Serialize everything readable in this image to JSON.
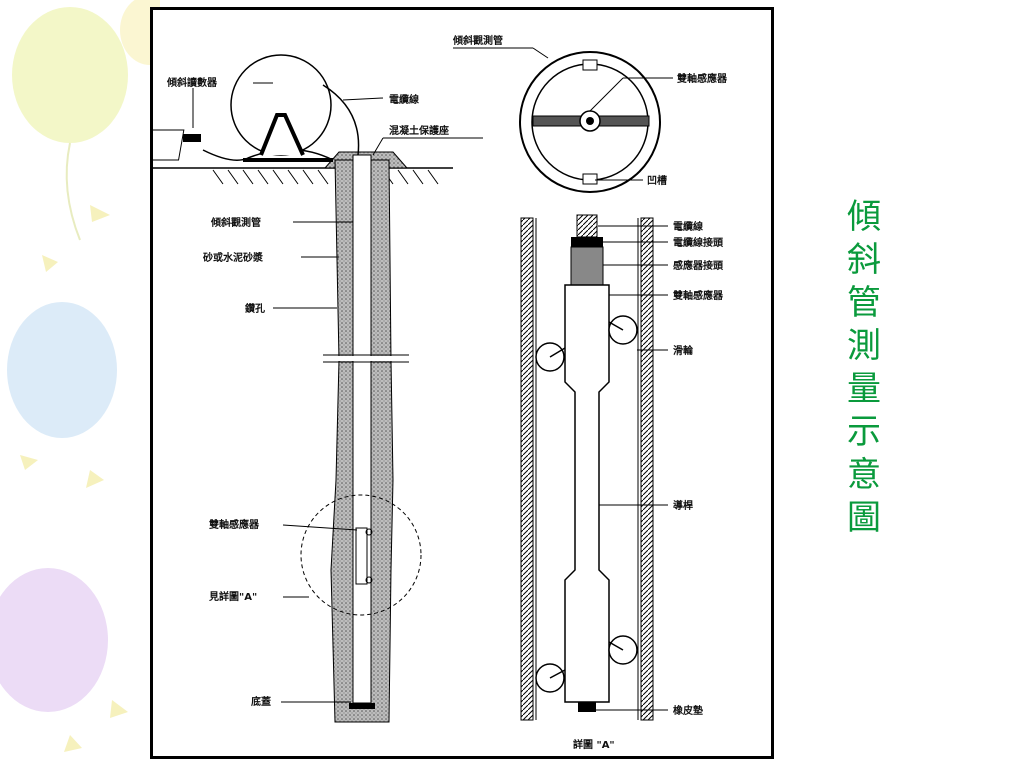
{
  "diagram": {
    "labels": {
      "readout_unit": "傾斜讀數器",
      "cable_top": "電纜線",
      "concrete_base": "混凝土保護座",
      "casing_left": "傾斜觀測管",
      "grout": "砂或水泥砂漿",
      "borehole": "鑽孔",
      "sensor_left": "雙軸感應器",
      "see_detail": "見詳圖\"A\"",
      "bottom_cap": "底蓋",
      "casing_top": "傾斜觀測管",
      "sensor_top": "雙軸感應器",
      "groove": "凹槽",
      "cable_detail": "電纜線",
      "cable_connector": "電纜線接頭",
      "sensor_connector": "感應器接頭",
      "sensor_detail": "雙軸感應器",
      "wheel": "滑輪",
      "guide_rod": "導桿",
      "rubber_pad": "橡皮墊",
      "detail_caption": "詳圖 \"A\""
    }
  },
  "side_title": [
    "傾",
    "斜",
    "管",
    "測",
    "量",
    "示",
    "意",
    "圖"
  ],
  "colors": {
    "title": "#0a9a3c",
    "frame": "#000000"
  }
}
